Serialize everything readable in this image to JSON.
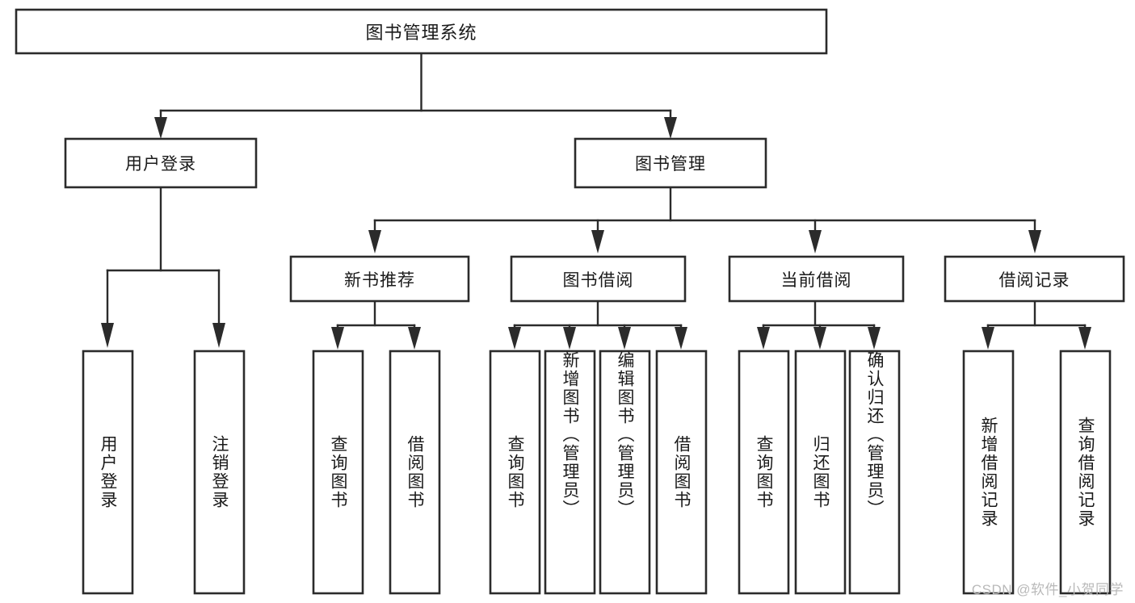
{
  "diagram": {
    "type": "hierarchy-tree",
    "title": "图书管理系统",
    "root": {
      "id": "root",
      "label": "图书管理系统",
      "orientation": "horizontal"
    },
    "level1": [
      {
        "id": "user-login",
        "label": "用户登录",
        "orientation": "horizontal"
      },
      {
        "id": "book-manage",
        "label": "图书管理",
        "orientation": "horizontal"
      }
    ],
    "level2": [
      {
        "id": "new-book-recommend",
        "label": "新书推荐",
        "orientation": "horizontal",
        "parent": "book-manage"
      },
      {
        "id": "book-borrow",
        "label": "图书借阅",
        "orientation": "horizontal",
        "parent": "book-manage"
      },
      {
        "id": "current-borrow",
        "label": "当前借阅",
        "orientation": "horizontal",
        "parent": "book-manage"
      },
      {
        "id": "borrow-record",
        "label": "借阅记录",
        "orientation": "horizontal",
        "parent": "book-manage"
      }
    ],
    "leaves": [
      {
        "id": "leaf-user-login",
        "label": "用户登录",
        "parent": "user-login",
        "orientation": "vertical"
      },
      {
        "id": "leaf-logout-login",
        "label": "注销登录",
        "parent": "user-login",
        "orientation": "vertical"
      },
      {
        "id": "leaf-query-book-1",
        "label": "查询图书",
        "parent": "new-book-recommend",
        "orientation": "vertical"
      },
      {
        "id": "leaf-borrow-book-1",
        "label": "借阅图书",
        "parent": "new-book-recommend",
        "orientation": "vertical"
      },
      {
        "id": "leaf-query-book-2",
        "label": "查询图书",
        "parent": "book-borrow",
        "orientation": "vertical"
      },
      {
        "id": "leaf-add-book-admin",
        "label": "新增图书（管理员）",
        "parent": "book-borrow",
        "orientation": "vertical"
      },
      {
        "id": "leaf-edit-book-admin",
        "label": "编辑图书（管理员）",
        "parent": "book-borrow",
        "orientation": "vertical"
      },
      {
        "id": "leaf-borrow-book-2",
        "label": "借阅图书",
        "parent": "book-borrow",
        "orientation": "vertical"
      },
      {
        "id": "leaf-query-book-3",
        "label": "查询图书",
        "parent": "current-borrow",
        "orientation": "vertical"
      },
      {
        "id": "leaf-return-book",
        "label": "归还图书",
        "parent": "current-borrow",
        "orientation": "vertical"
      },
      {
        "id": "leaf-confirm-return-admin",
        "label": "确认归还（管理员）",
        "parent": "current-borrow",
        "orientation": "vertical"
      },
      {
        "id": "leaf-add-borrow-record",
        "label": "新增借阅记录",
        "parent": "borrow-record",
        "orientation": "vertical"
      },
      {
        "id": "leaf-query-borrow-record",
        "label": "查询借阅记录",
        "parent": "borrow-record",
        "orientation": "vertical"
      }
    ]
  },
  "watermark": {
    "text": "CSDN @软件_小贺同学"
  },
  "colors": {
    "box_stroke": "#2b2b2b",
    "box_fill": "#ffffff",
    "text": "#1a1a1a",
    "connector": "#2b2b2b",
    "watermark": "#b9b9b9",
    "background": "#ffffff"
  }
}
